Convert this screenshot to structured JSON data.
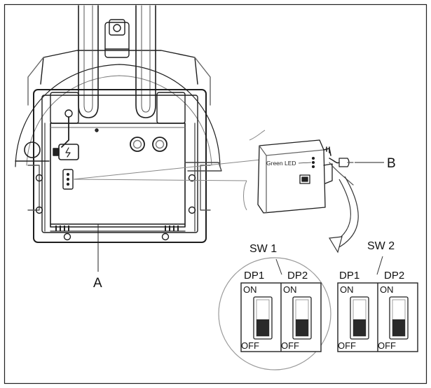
{
  "labels": {
    "unit": "A",
    "led_module": "B",
    "green_led": "Green LED"
  },
  "switch_groups": [
    {
      "title": "SW 1",
      "switches": [
        {
          "name": "DP1",
          "on": "ON",
          "off": "OFF",
          "state": "off"
        },
        {
          "name": "DP2",
          "on": "ON",
          "off": "OFF",
          "state": "off"
        }
      ]
    },
    {
      "title": "SW 2",
      "switches": [
        {
          "name": "DP1",
          "on": "ON",
          "off": "OFF",
          "state": "off"
        },
        {
          "name": "DP2",
          "on": "ON",
          "off": "OFF",
          "state": "off"
        }
      ]
    }
  ]
}
